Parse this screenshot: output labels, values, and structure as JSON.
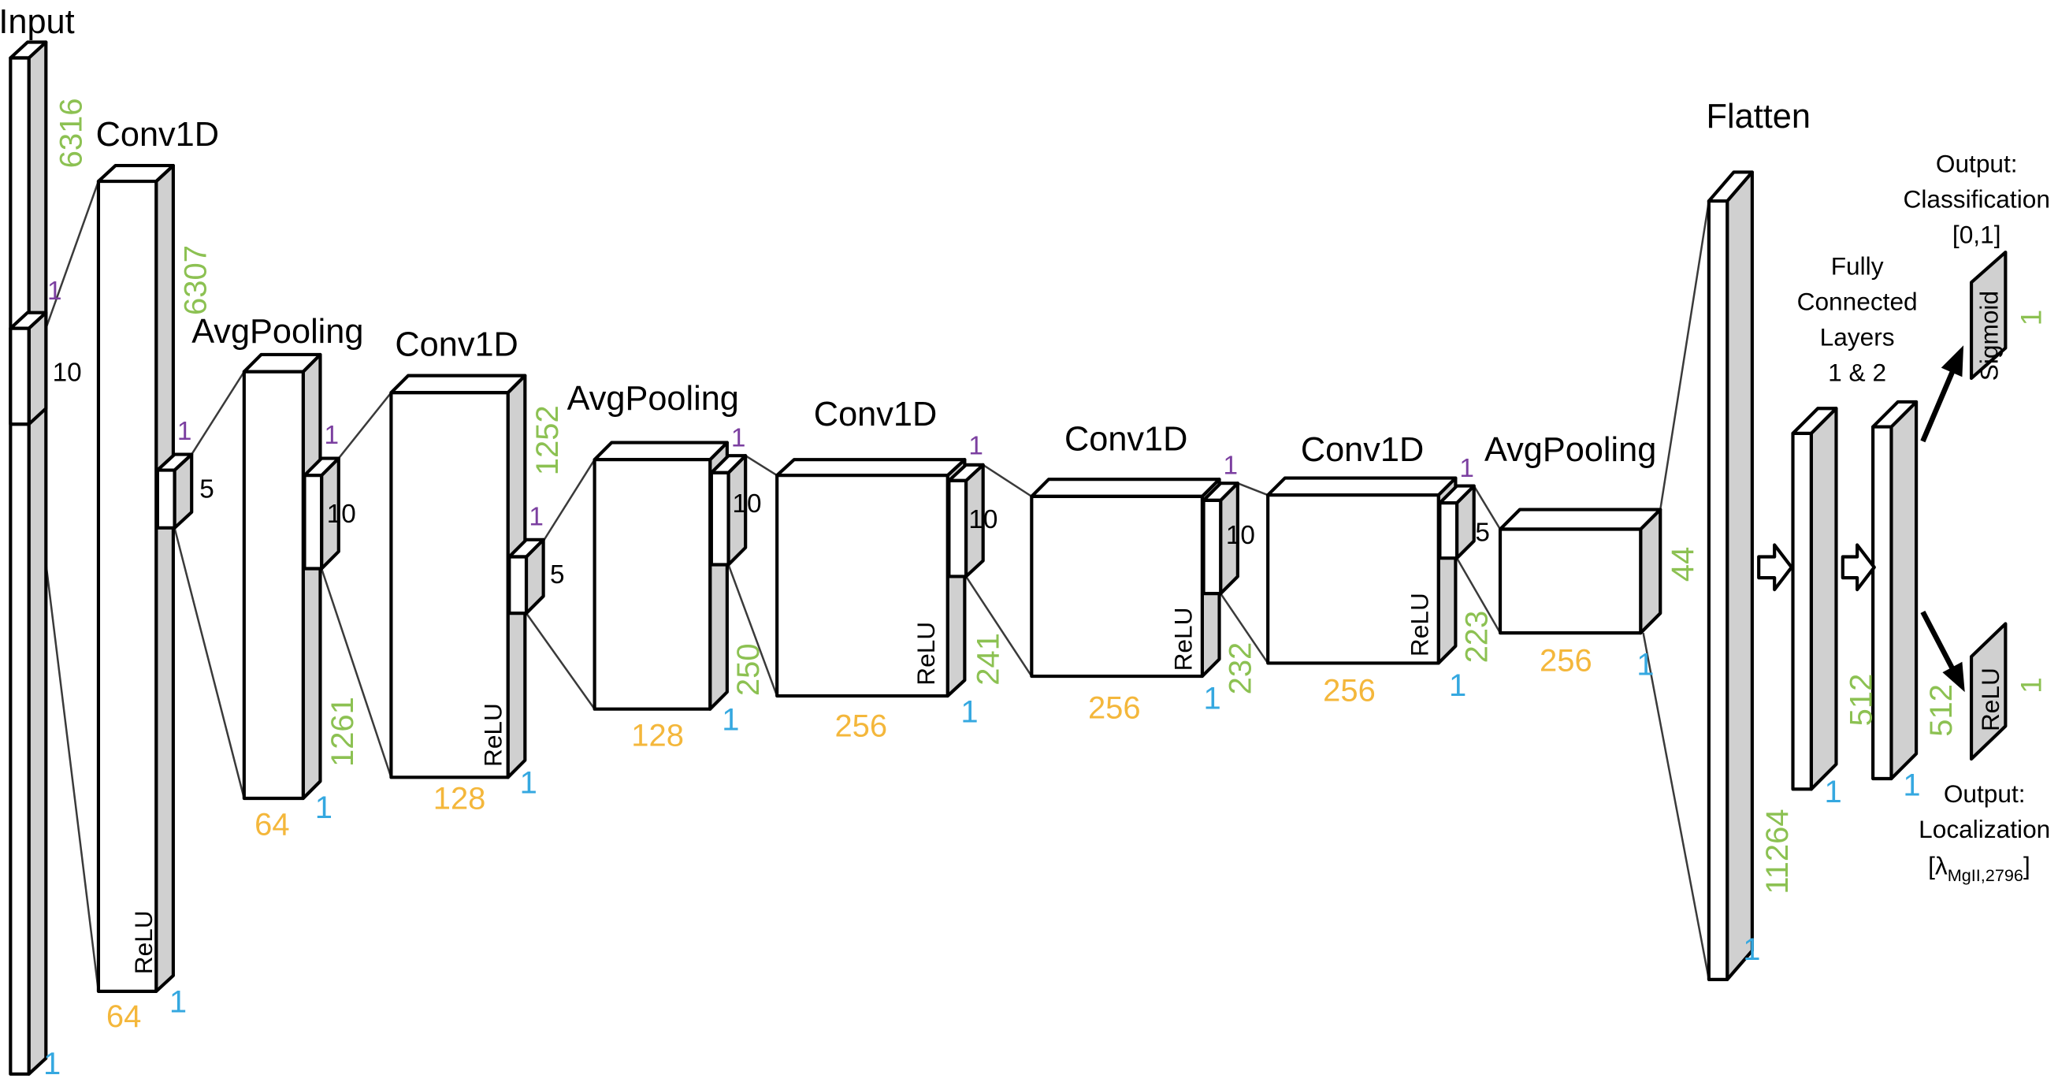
{
  "layers": {
    "input": {
      "title": "Input",
      "length": "6316",
      "channels": "1",
      "relu": ""
    },
    "conv1": {
      "title": "Conv1D",
      "length": "6307",
      "channels": "64",
      "depth": "1",
      "relu": "ReLU"
    },
    "pool1": {
      "title": "AvgPooling",
      "length": "1261",
      "channels": "64",
      "depth": "1",
      "relu": ""
    },
    "conv2": {
      "title": "Conv1D",
      "length": "1252",
      "channels": "128",
      "depth": "1",
      "relu": "ReLU"
    },
    "pool2": {
      "title": "AvgPooling",
      "length": "250",
      "channels": "128",
      "depth": "1",
      "relu": ""
    },
    "conv3": {
      "title": "Conv1D",
      "length": "241",
      "channels": "256",
      "depth": "1",
      "relu": "ReLU"
    },
    "conv4": {
      "title": "Conv1D",
      "length": "232",
      "channels": "256",
      "depth": "1",
      "relu": "ReLU"
    },
    "conv5": {
      "title": "Conv1D",
      "length": "223",
      "channels": "256",
      "depth": "1",
      "relu": "ReLU"
    },
    "pool3": {
      "title": "AvgPooling",
      "length": "44",
      "channels": "256",
      "depth": "1",
      "relu": ""
    },
    "flatten": {
      "title": "Flatten",
      "length": "11264",
      "depth": "1"
    },
    "fc1": {
      "length": "512",
      "depth": "1"
    },
    "fc2": {
      "length": "512",
      "depth": "1"
    }
  },
  "kernels": {
    "input": {
      "depth": "1",
      "size": "10"
    },
    "conv1": {
      "depth": "1",
      "size": "5"
    },
    "pool1": {
      "depth": "1",
      "size": "10"
    },
    "conv2": {
      "depth": "1",
      "size": "5"
    },
    "pool2": {
      "depth": "1",
      "size": "10"
    },
    "conv3": {
      "depth": "1",
      "size": "10"
    },
    "conv4": {
      "depth": "1",
      "size": "10"
    },
    "conv5": {
      "depth": "1",
      "size": "5"
    }
  },
  "fc_label": [
    "Fully",
    "Connected",
    "Layers",
    "1 & 2"
  ],
  "outputs": {
    "classification": {
      "lines": [
        "Output:",
        "Classification",
        "[0,1]"
      ],
      "activation": "Sigmoid",
      "size": "1"
    },
    "localization": {
      "lines": [
        "Output:",
        "Localization"
      ],
      "bracket_open": "[λ",
      "subscript": "MgII,2796",
      "bracket_close": "]",
      "activation": "ReLU",
      "size": "1"
    }
  },
  "colors": {
    "length": "#8cc152",
    "channels": "#f4b73b",
    "depth": "#35a8e0",
    "kernel_depth": "#7b3fa0",
    "side_fill": "#d0d0d0"
  }
}
